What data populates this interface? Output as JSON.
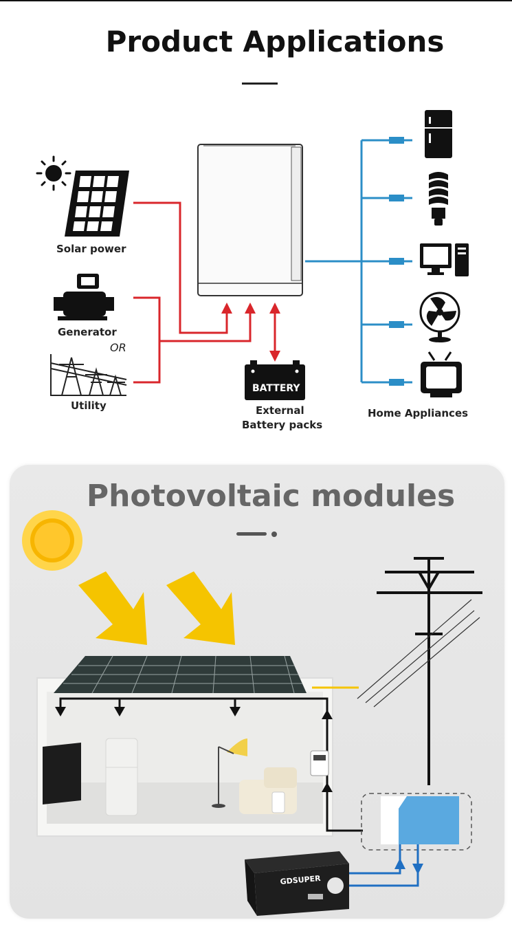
{
  "header": {
    "title": "Product Applications"
  },
  "diagram": {
    "sources": {
      "solar_label": "Solar power",
      "generator_label": "Generator",
      "or_label": "OR",
      "utility_label": "Utility"
    },
    "battery": {
      "icon_text": "BATTERY",
      "label_line1": "External",
      "label_line2": "Battery packs"
    },
    "loads": {
      "label": "Home Appliances"
    },
    "colors": {
      "input_line": "#d9262b",
      "output_line": "#2b8ec7"
    }
  },
  "pv_section": {
    "title": "Photovoltaic modules",
    "battery_brand": "GDSUPER"
  }
}
